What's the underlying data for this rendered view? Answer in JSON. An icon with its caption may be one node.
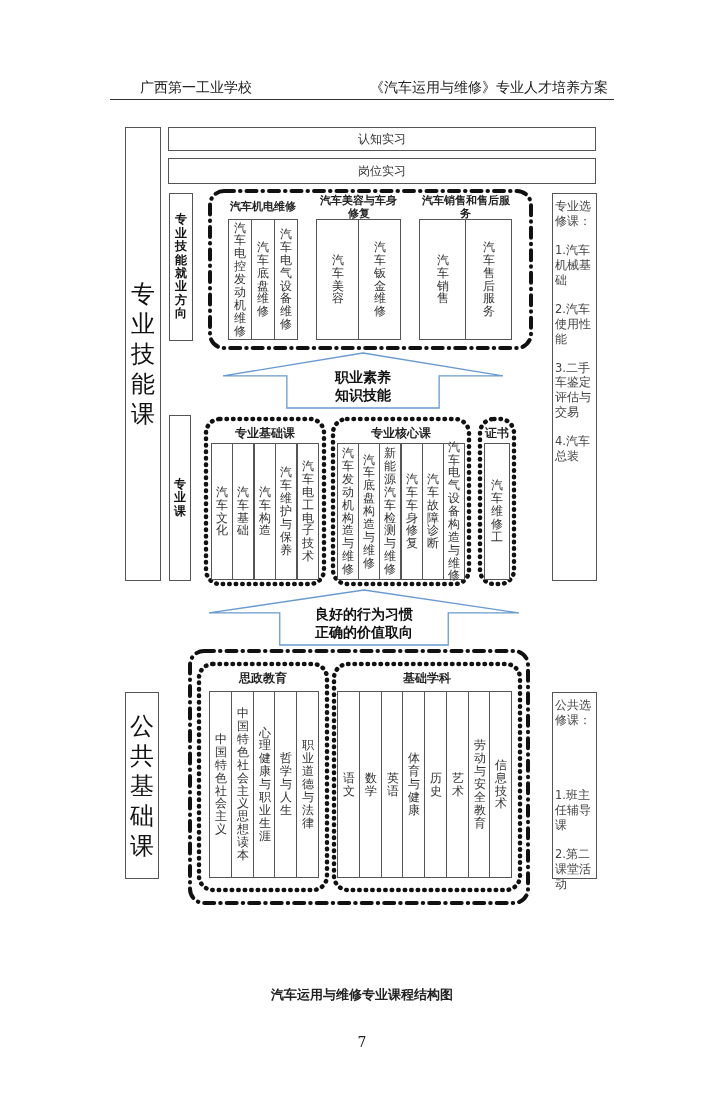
{
  "diagram": {
    "caption": "汽车运用与维修专业课程结构图",
    "nodes": [
      {
        "text": [
          "专业技能课"
        ]
      },
      {
        "text": [
          "认知实习"
        ]
      },
      {
        "text": [
          "岗位实习"
        ]
      },
      {
        "text": [
          "专业技能就业方向"
        ]
      },
      {
        "text": [],
        "shape": "box"
      },
      {
        "text": [
          "汽车机电维修"
        ],
        "in": 4
      },
      {
        "text": [
          "汽车电控发动机维修"
        ],
        "in": 5
      },
      {
        "text": [
          "汽车底盘维修"
        ],
        "in": 5
      },
      {
        "text": [
          "汽车电气设备维修"
        ],
        "in": 5
      },
      {
        "text": [
          "汽车美容与车身修复"
        ],
        "in": 4
      },
      {
        "text": [
          "汽车美容"
        ],
        "in": 9
      },
      {
        "text": [
          "汽车钣金维修"
        ],
        "in": 9
      },
      {
        "text": [
          "汽车销售和售后服务"
        ],
        "in": 4
      },
      {
        "text": [
          "汽车销售"
        ],
        "in": 12
      },
      {
        "text": [
          "汽车售后服务"
        ],
        "in": 12
      },
      {
        "text": [
          "专业选修课：",
          "1.汽车机械基础",
          "2.汽车使用性能",
          "3.二手车鉴定评估与交易",
          "4.汽车总装"
        ]
      },
      {
        "text": [
          "职业素养",
          "知识技能"
        ]
      },
      {
        "text": [
          "专业课"
        ]
      },
      {
        "text": [
          "专业基础课"
        ]
      },
      {
        "text": [
          "汽车文化"
        ],
        "in": 18
      },
      {
        "text": [
          "汽车基础"
        ],
        "in": 18
      },
      {
        "text": [
          "汽车构造"
        ],
        "in": 18
      },
      {
        "text": [
          "汽车维护与保养"
        ],
        "in": 18
      },
      {
        "text": [
          "汽车电工电子技术"
        ],
        "in": 18
      },
      {
        "text": [
          "专业核心课"
        ]
      },
      {
        "text": [
          "汽车发动机构造与维修"
        ],
        "in": 24
      },
      {
        "text": [
          "汽车底盘构造与维修"
        ],
        "in": 24
      },
      {
        "text": [
          "新能源汽车检测与维修"
        ],
        "in": 24
      },
      {
        "text": [
          "汽车车身修复"
        ],
        "in": 24
      },
      {
        "text": [
          "汽车故障诊断"
        ],
        "in": 24
      },
      {
        "text": [
          "汽车电气设备构造与维修"
        ],
        "in": 24
      },
      {
        "text": [
          "证书"
        ]
      },
      {
        "text": [
          "汽车维修工"
        ],
        "in": 31
      },
      {
        "text": [
          "良好的行为习惯",
          "正确的价值取向"
        ]
      },
      {
        "text": [
          "公共基础课"
        ]
      },
      {
        "text": [],
        "shape": "box"
      },
      {
        "text": [
          "思政教育"
        ],
        "in": 35
      },
      {
        "text": [
          "中国特色社会主义"
        ],
        "in": 36
      },
      {
        "text": [
          "中国特色社会主义思想读本"
        ],
        "in": 36
      },
      {
        "text": [
          "心理健康与职业生涯"
        ],
        "in": 36
      },
      {
        "text": [
          "哲学与人生"
        ],
        "in": 36
      },
      {
        "text": [
          "职业道德与法律"
        ],
        "in": 36
      },
      {
        "text": [
          "基础学科"
        ],
        "in": 35
      },
      {
        "text": [
          "语文"
        ],
        "in": 42
      },
      {
        "text": [
          "数学"
        ],
        "in": 42
      },
      {
        "text": [
          "英语"
        ],
        "in": 42
      },
      {
        "text": [
          "体育与健康"
        ],
        "in": 42
      },
      {
        "text": [
          "历史"
        ],
        "in": 42
      },
      {
        "text": [
          "艺术"
        ],
        "in": 42
      },
      {
        "text": [
          "劳动与安全教育"
        ],
        "in": 42
      },
      {
        "text": [
          "信息技术"
        ],
        "in": 42
      },
      {
        "text": [
          "公共选修课：",
          "1.班主任辅导课",
          "2.第二课堂活动"
        ]
      }
    ],
    "labels": [
      "广西第一工业学校",
      "《汽车运用与维修》专业人才培养方案",
      "7"
    ]
  }
}
